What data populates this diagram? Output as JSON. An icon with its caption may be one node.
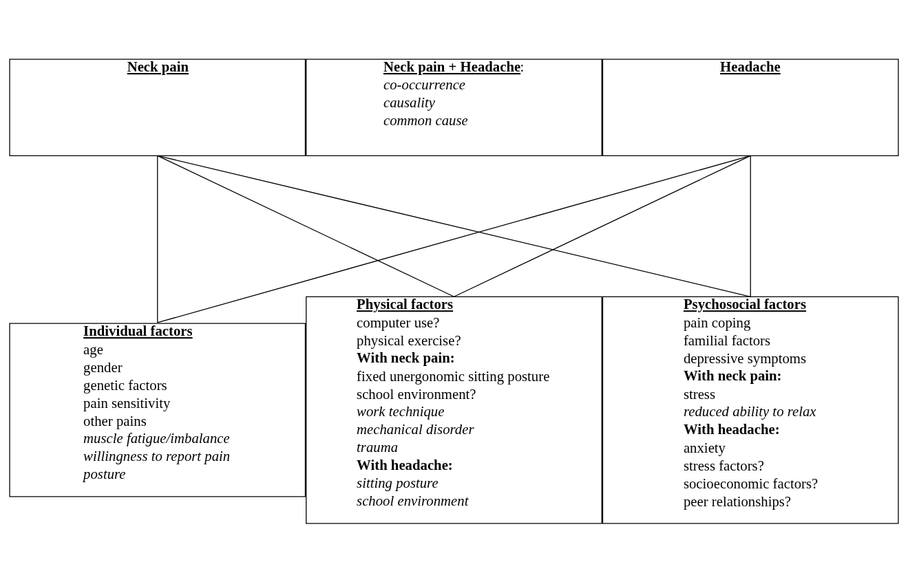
{
  "diagram": {
    "nodes": [
      {
        "text": [
          "Neck pain"
        ]
      },
      {
        "text": [
          "**Neck pain + Headache**:",
          "co-occurrence",
          "causality",
          "common cause"
        ]
      },
      {
        "text": [
          "Headache"
        ]
      },
      {
        "text": [
          "Individual factors",
          "age",
          "gender",
          "genetic factors",
          "pain sensitivity",
          "other pains",
          "muscle fatigue/imbalance",
          "willingness to report pain",
          "posture"
        ]
      },
      {
        "text": [
          "Physical factors",
          "computer use?",
          "physical exercise?",
          "With neck pain:",
          "fixed unergonomic sitting posture",
          "school environment?",
          "work technique",
          "mechanical disorder",
          "trauma",
          "With headache:",
          "sitting posture",
          "school environment"
        ]
      },
      {
        "text": [
          "Psychosocial factors",
          "pain coping",
          "familial factors",
          "depressive symptoms",
          "With neck pain:",
          "stress",
          "reduced ability to relax",
          "With headache:",
          "anxiety",
          "stress factors?",
          "socioeconomic factors?",
          "peer relationships?"
        ]
      }
    ],
    "edges": [
      {
        "from": 0,
        "to": 3,
        "arrow": "none"
      },
      {
        "from": 0,
        "to": 4,
        "arrow": "none"
      },
      {
        "from": 0,
        "to": 5,
        "arrow": "none"
      },
      {
        "from": 2,
        "to": 3,
        "arrow": "none"
      },
      {
        "from": 2,
        "to": 4,
        "arrow": "none"
      },
      {
        "from": 2,
        "to": 5,
        "arrow": "none"
      }
    ]
  }
}
